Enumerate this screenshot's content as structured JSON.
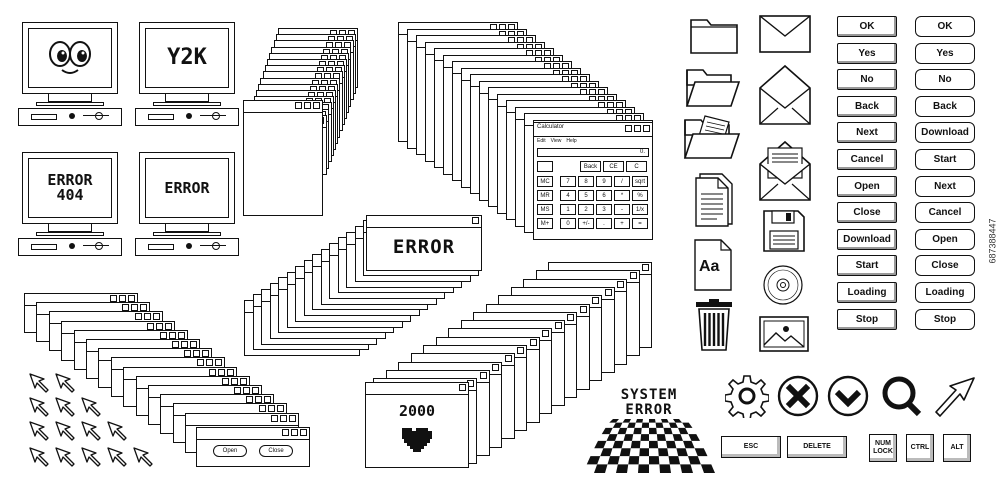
{
  "monitors": [
    {
      "screen_text": "",
      "face": true
    },
    {
      "screen_text": "Y2K"
    },
    {
      "screen_text": "ERROR\n404"
    },
    {
      "screen_text": "ERROR"
    }
  ],
  "error_window": {
    "text": "ERROR"
  },
  "year_window": {
    "text": "2000"
  },
  "dialog_buttons": {
    "open": "Open",
    "close": "Close"
  },
  "calculator": {
    "title": "Calculator",
    "menu": [
      "Edit",
      "View",
      "Help"
    ],
    "display": "0.",
    "top_keys": [
      "Back",
      "CE",
      "C"
    ],
    "mem_keys": [
      "MC",
      "MR",
      "MS",
      "M+"
    ],
    "keys": [
      [
        "7",
        "8",
        "9",
        "/",
        "sqrt"
      ],
      [
        "4",
        "5",
        "6",
        "*",
        "%"
      ],
      [
        "1",
        "2",
        "3",
        "-",
        "1/x"
      ],
      [
        "0",
        "+/-",
        ".",
        "+",
        "="
      ]
    ]
  },
  "doc_icon_text": "Aa",
  "system_error": {
    "line1": "SYSTEM",
    "line2": "ERROR"
  },
  "square_buttons": [
    "OK",
    "Yes",
    "No",
    "Back",
    "Next",
    "Cancel",
    "Open",
    "Close",
    "Download",
    "Start",
    "Loading",
    "Stop"
  ],
  "round_buttons": [
    "OK",
    "Yes",
    "No",
    "Back",
    "Download",
    "Start",
    "Next",
    "Cancel",
    "Open",
    "Close",
    "Loading",
    "Stop"
  ],
  "keys": {
    "esc": "ESC",
    "delete": "DELETE",
    "numlock": "NUM\nLOCK",
    "ctrl": "CTRL",
    "alt": "ALT"
  },
  "watermark": "687388447"
}
